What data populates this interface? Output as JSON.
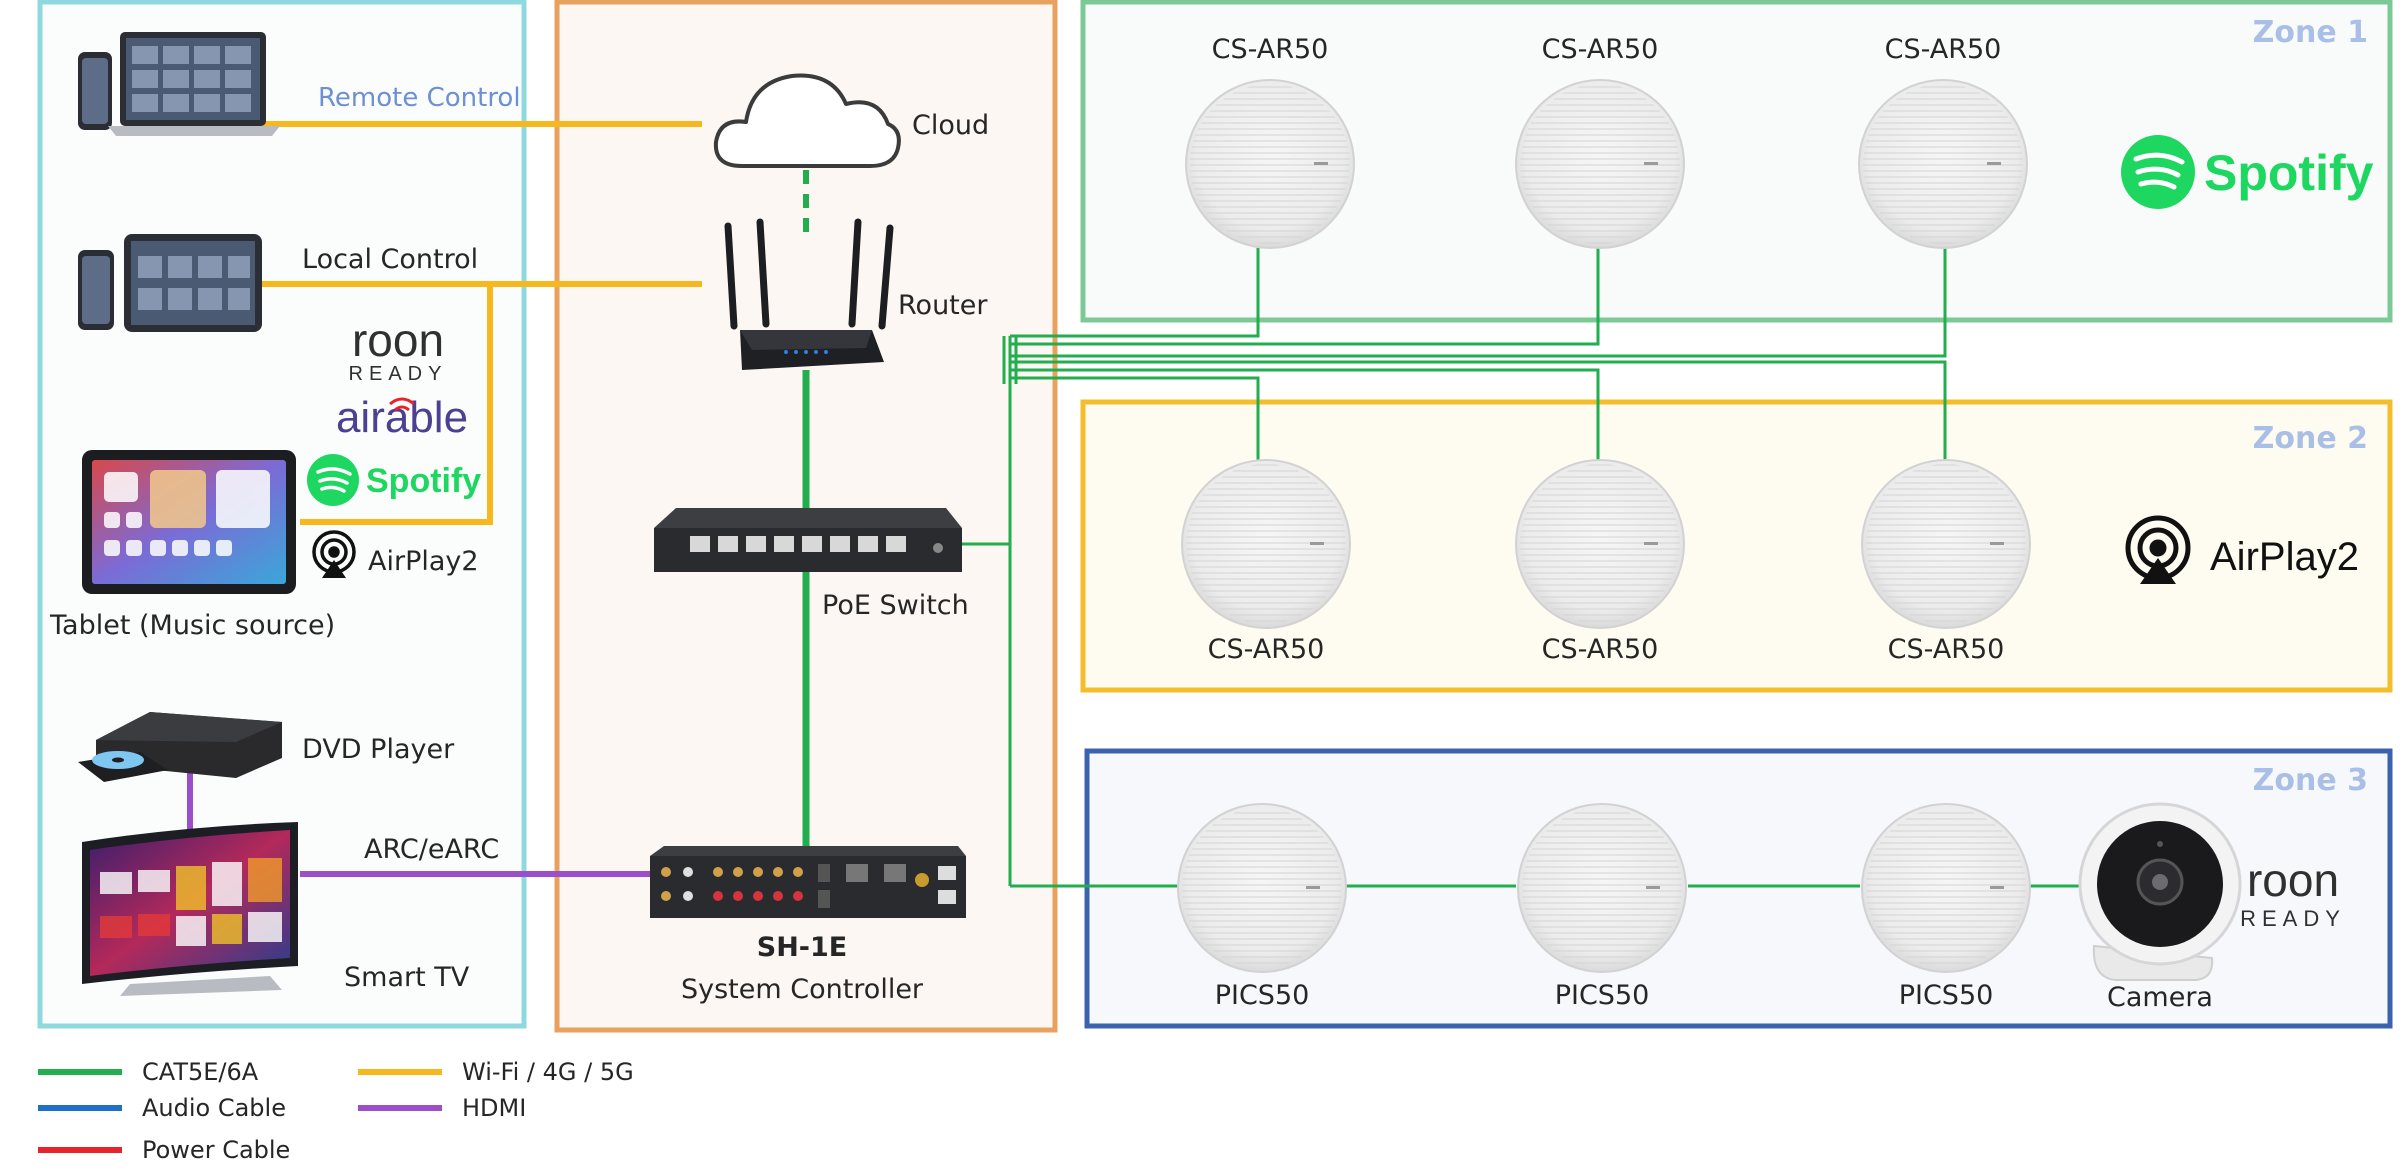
{
  "colors": {
    "cat5": "#22ad4f",
    "audio": "#1f6fc6",
    "power": "#e8242a",
    "wifi": "#f7b81e",
    "hdmi": "#9b4fc8",
    "left_panel_border": "#8ed9de",
    "center_panel_border": "#e9a15f",
    "zone1": "#7cc896",
    "zone2": "#f3bd2b",
    "zone3": "#3b62ad",
    "zone_label": "#a9bfe6",
    "spotify": "#1ed760"
  },
  "labels": {
    "remote_control": "Remote Control",
    "local_control": "Local Control",
    "tablet": "Tablet (Music source)",
    "dvd_player": "DVD Player",
    "arc": "ARC/eARC",
    "smart_tv": "Smart TV",
    "cloud": "Cloud",
    "router": "Router",
    "poe_switch": "PoE Switch",
    "controller_model": "SH-1E",
    "controller_name": "System Controller",
    "camera": "Camera"
  },
  "brands": {
    "roon_top": "roon",
    "roon_bottom": "READY",
    "airable": "airable",
    "spotify": "Spotify",
    "airplay": "AirPlay2"
  },
  "zones": [
    {
      "name": "Zone 1",
      "speakers": [
        "CS-AR50",
        "CS-AR50",
        "CS-AR50"
      ],
      "badge": "Spotify"
    },
    {
      "name": "Zone 2",
      "speakers": [
        "CS-AR50",
        "CS-AR50",
        "CS-AR50"
      ],
      "badge": "AirPlay2"
    },
    {
      "name": "Zone 3",
      "speakers": [
        "PICS50",
        "PICS50",
        "PICS50"
      ],
      "badge_top": "roon",
      "badge_bottom": "READY"
    }
  ],
  "legend": [
    {
      "label": "CAT5E/6A",
      "color": "#22ad4f"
    },
    {
      "label": "Audio Cable",
      "color": "#1f6fc6"
    },
    {
      "label": "Power Cable",
      "color": "#e8242a"
    },
    {
      "label": "Wi-Fi / 4G / 5G",
      "color": "#f7b81e"
    },
    {
      "label": "HDMI",
      "color": "#9b4fc8"
    }
  ]
}
